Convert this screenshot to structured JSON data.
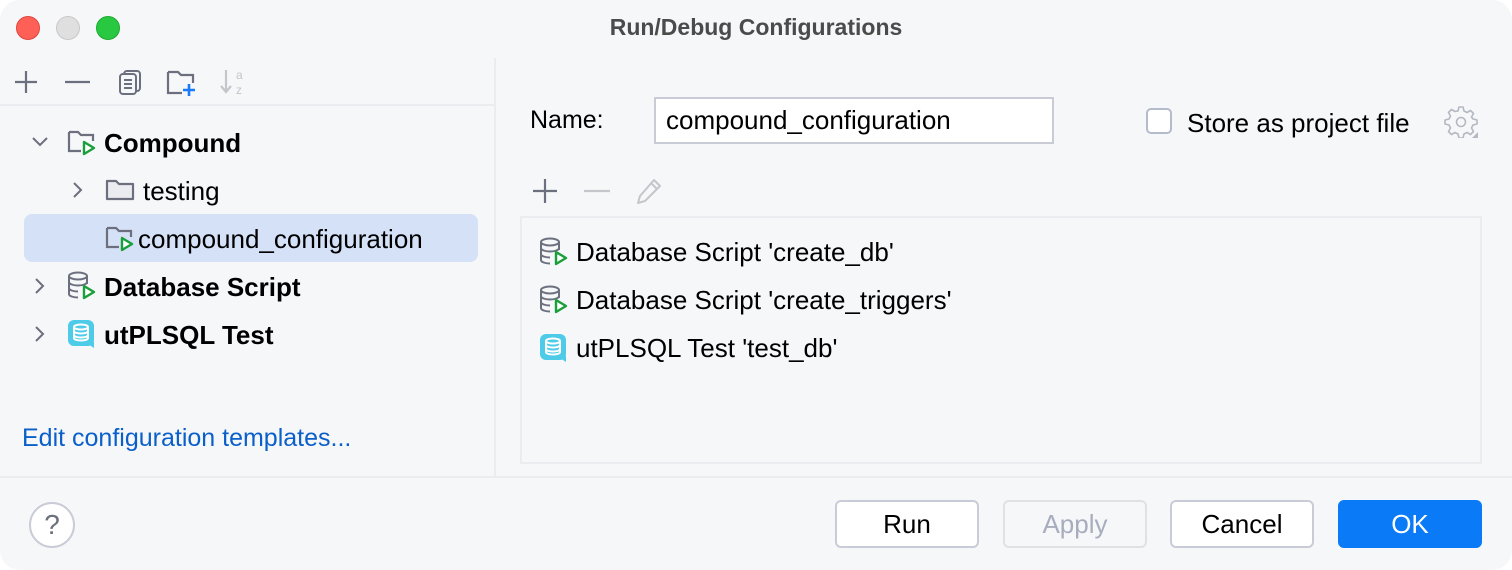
{
  "window": {
    "title": "Run/Debug Configurations",
    "controls": [
      "close",
      "minimize",
      "maximize"
    ]
  },
  "left_toolbar": {
    "icons": [
      "add-icon",
      "remove-icon",
      "copy-icon",
      "new-folder-icon",
      "sort-alpha-icon"
    ]
  },
  "tree": {
    "items": [
      {
        "label": "Compound",
        "icon": "compound-run-icon",
        "expanded": true,
        "bold": true,
        "level": 0
      },
      {
        "label": "testing",
        "icon": "folder-icon",
        "expanded": false,
        "bold": false,
        "level": 1
      },
      {
        "label": "compound_configuration",
        "icon": "compound-run-icon",
        "selected": true,
        "bold": false,
        "level": 1
      },
      {
        "label": "Database Script",
        "icon": "database-run-icon",
        "expanded": false,
        "bold": true,
        "level": 0
      },
      {
        "label": "utPLSQL Test",
        "icon": "utplsql-icon",
        "expanded": false,
        "bold": true,
        "level": 0
      }
    ]
  },
  "edit_templates_link": "Edit configuration templates...",
  "form": {
    "name_label": "Name:",
    "name_value": "compound_configuration",
    "store_label": "Store as project file",
    "store_checked": false
  },
  "config_toolbar": {
    "icons": [
      "add-icon",
      "remove-icon",
      "edit-icon"
    ]
  },
  "config_list": {
    "items": [
      {
        "label": "Database Script 'create_db'",
        "icon": "database-run-icon"
      },
      {
        "label": "Database Script 'create_triggers'",
        "icon": "database-run-icon"
      },
      {
        "label": "utPLSQL Test 'test_db'",
        "icon": "utplsql-icon"
      }
    ]
  },
  "footer": {
    "help_label": "?",
    "buttons": {
      "run": "Run",
      "apply": "Apply",
      "cancel": "Cancel",
      "ok": "OK"
    }
  },
  "colors": {
    "accent": "#0a7af7",
    "link": "#0b5fc9",
    "selection": "#d5e1f7",
    "run_green": "#1a9f3a",
    "utplsql_cyan": "#4fcbea"
  }
}
